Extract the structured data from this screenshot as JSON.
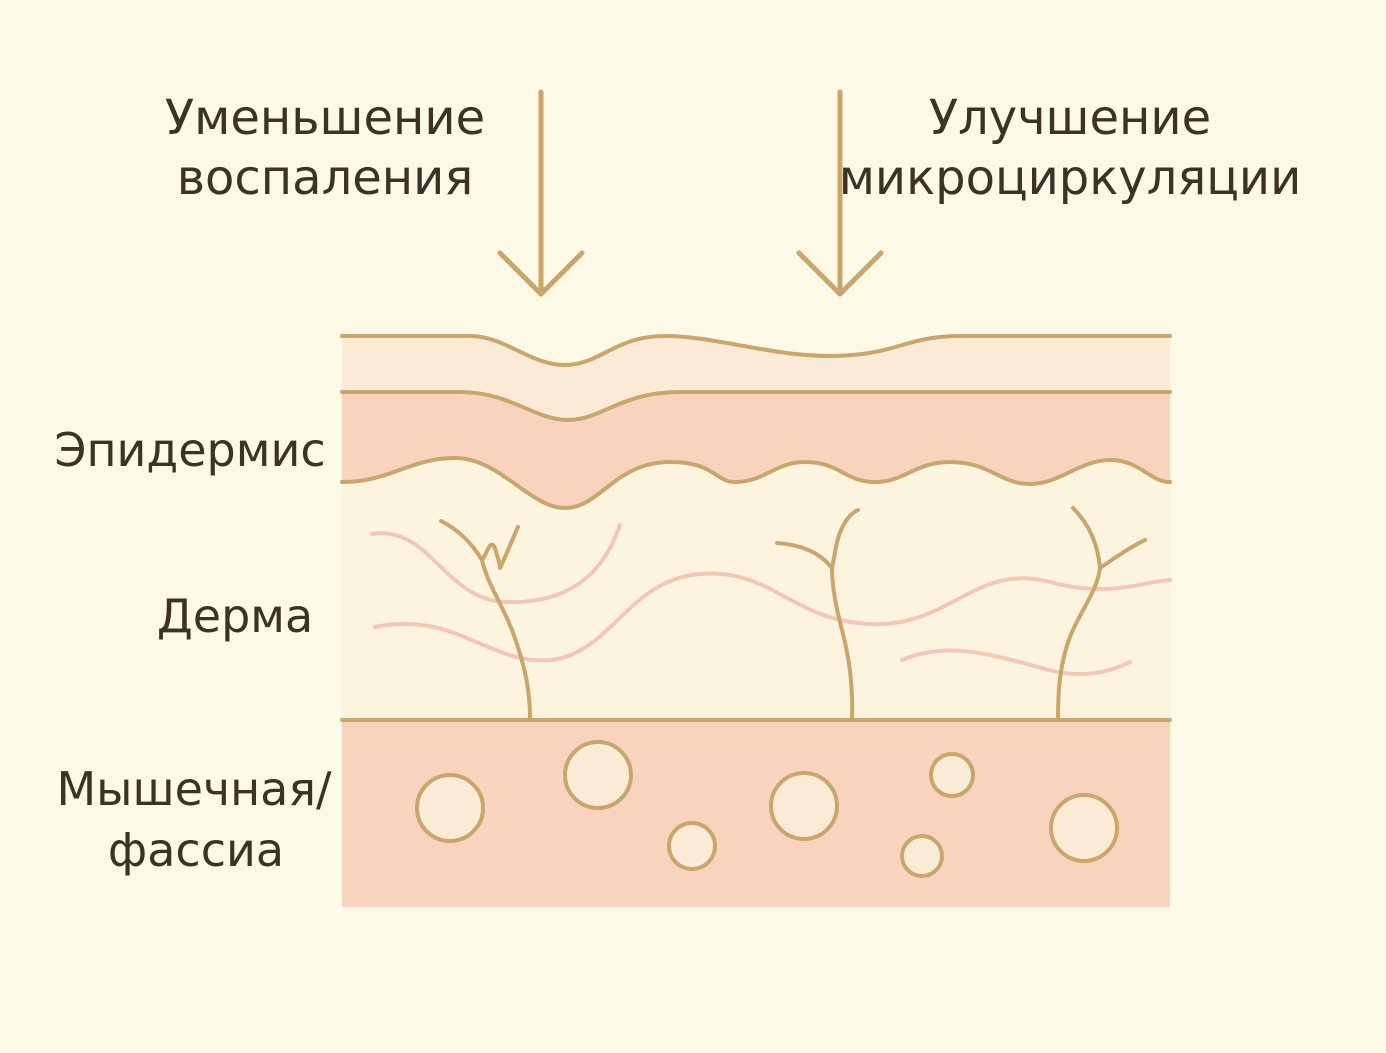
{
  "annotations": {
    "left": {
      "line1": "Уменьшение",
      "line2": "воспаления"
    },
    "right": {
      "line1": "Улучшение",
      "line2": "микроциркуляции"
    }
  },
  "layers": {
    "epidermis": "Эпидермис",
    "dermis": "Дерма",
    "muscle": {
      "line1": "Мышечная/",
      "line2": "фассиа"
    }
  },
  "colors": {
    "background": "#fcf9e6",
    "outline": "#c9a66e",
    "epidermis_fill": "#f8d4bf",
    "surface_fill": "#fbead6",
    "dermis_fill": "#fcf4df",
    "muscle_fill": "#f8d4bf",
    "collagen_fiber": "#f2c7b4",
    "text": "#3d3226"
  }
}
